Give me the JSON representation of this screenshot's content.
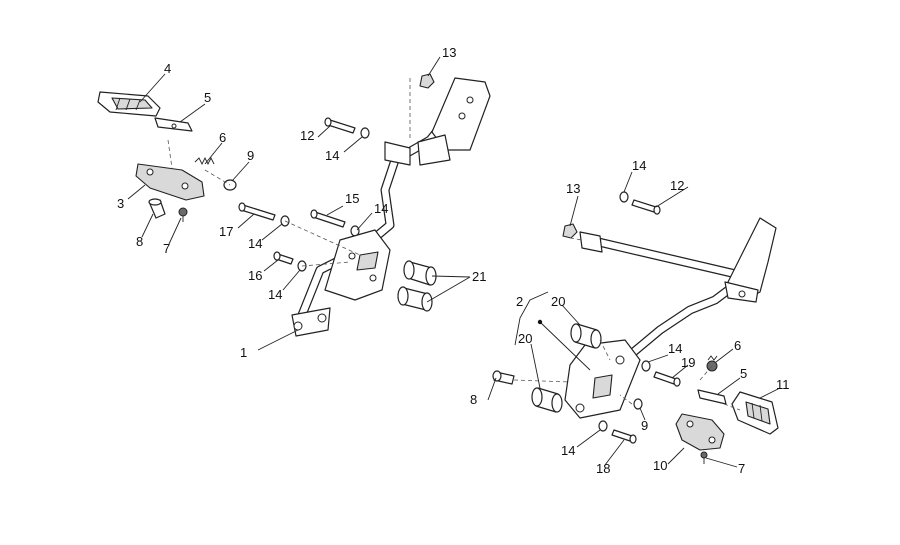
{
  "callouts": {
    "c1": "1",
    "c2": "2",
    "c3": "3",
    "c4": "4",
    "c5a": "5",
    "c5b": "5",
    "c6a": "6",
    "c6b": "6",
    "c7a": "7",
    "c7b": "7",
    "c8a": "8",
    "c8b": "8",
    "c9a": "9",
    "c9b": "9",
    "c10": "10",
    "c11": "11",
    "c12a": "12",
    "c12b": "12",
    "c13a": "13",
    "c13b": "13",
    "c14a": "14",
    "c14b": "14",
    "c14c": "14",
    "c14d": "14",
    "c14e": "14",
    "c14f": "14",
    "c14g": "14",
    "c15": "15",
    "c16": "16",
    "c17": "17",
    "c18": "18",
    "c19": "19",
    "c20a": "20",
    "c20b": "20",
    "c21": "21"
  }
}
